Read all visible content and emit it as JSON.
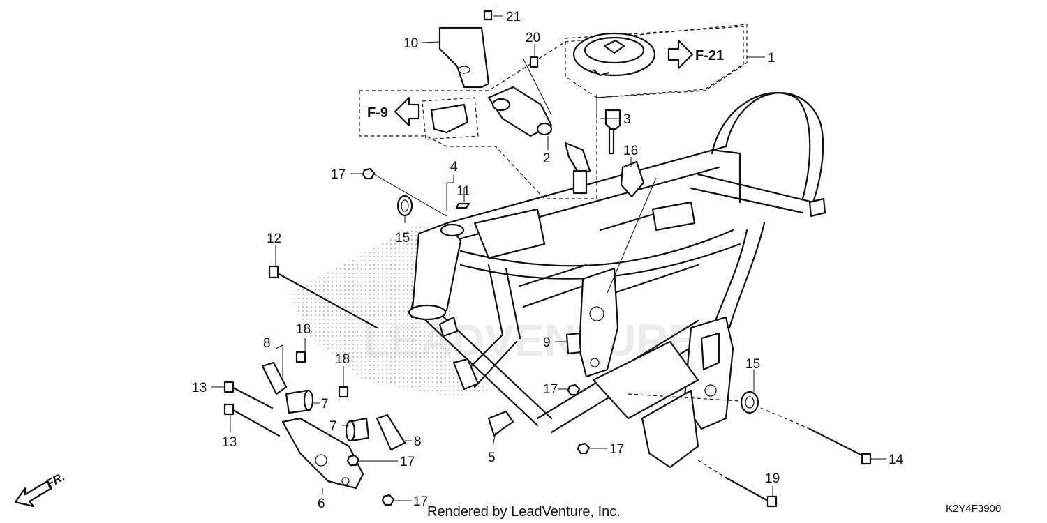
{
  "diagram": {
    "callouts": {
      "c1": "1",
      "c2": "2",
      "c3": "3",
      "c4": "4",
      "c5": "5",
      "c6": "6",
      "c7a": "7",
      "c7b": "7",
      "c8a": "8",
      "c8b": "8",
      "c9": "9",
      "c10": "10",
      "c11": "11",
      "c12": "12",
      "c13a": "13",
      "c13b": "13",
      "c14": "14",
      "c15a": "15",
      "c15b": "15",
      "c16": "16",
      "c17a": "17",
      "c17b": "17",
      "c17c": "17",
      "c17d": "17",
      "c17e": "17",
      "c18a": "18",
      "c18b": "18",
      "c19": "19",
      "c20": "20",
      "c21": "21"
    },
    "references": {
      "f21": "F-21",
      "f9": "F-9"
    },
    "direction_label": "FR.",
    "watermark": "LEADVENTURE",
    "footer": "Rendered by LeadVenture, Inc.",
    "diagram_code": "K2Y4F3900"
  }
}
